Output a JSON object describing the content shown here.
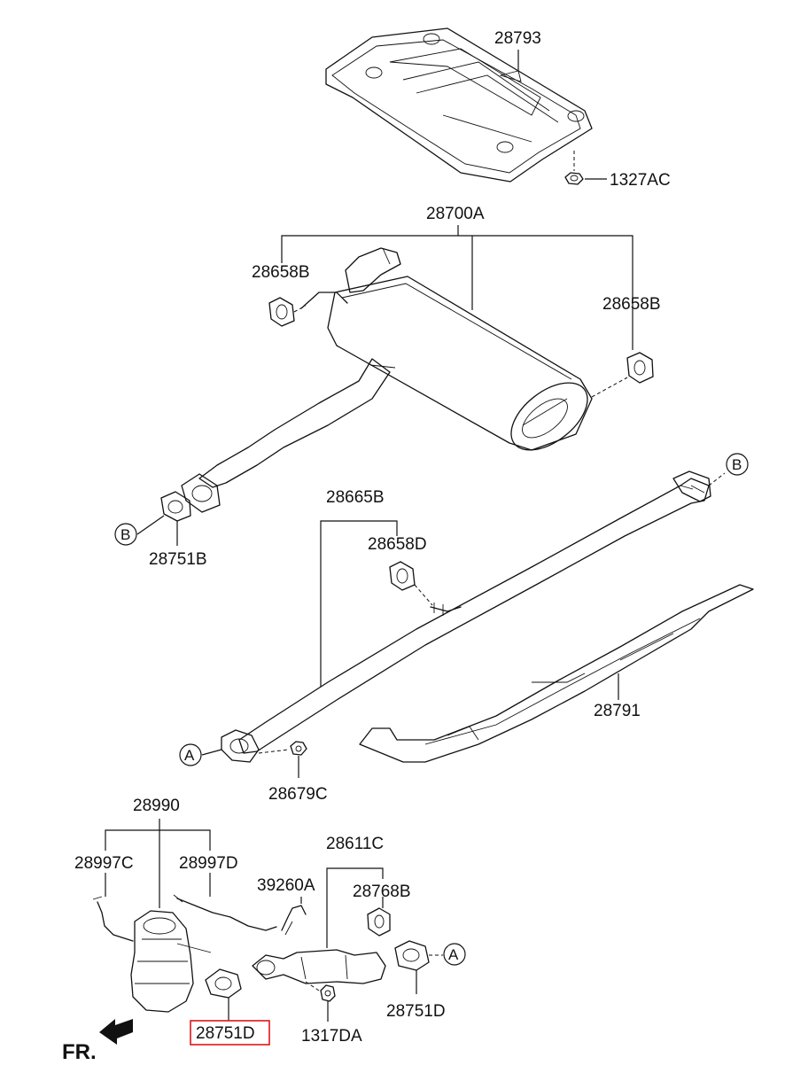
{
  "labels": {
    "p28793": "28793",
    "p1327AC": "1327AC",
    "p28700A": "28700A",
    "p28658B_left": "28658B",
    "p28658B_right": "28658B",
    "p28751B": "28751B",
    "p28665B": "28665B",
    "p28658D": "28658D",
    "p28679C": "28679C",
    "p28791": "28791",
    "p28990": "28990",
    "p28997C": "28997C",
    "p28997D": "28997D",
    "p39260A": "39260A",
    "p28611C": "28611C",
    "p28768B": "28768B",
    "p28751D_left": "28751D",
    "p28751D_right": "28751D",
    "p1317DA": "1317DA",
    "fr": "FR."
  },
  "refs": {
    "b_left": "B",
    "b_right": "B",
    "a_left": "A",
    "a_bottom": "A"
  },
  "highlight": {
    "part": "28751D",
    "color": "#e0151b"
  }
}
